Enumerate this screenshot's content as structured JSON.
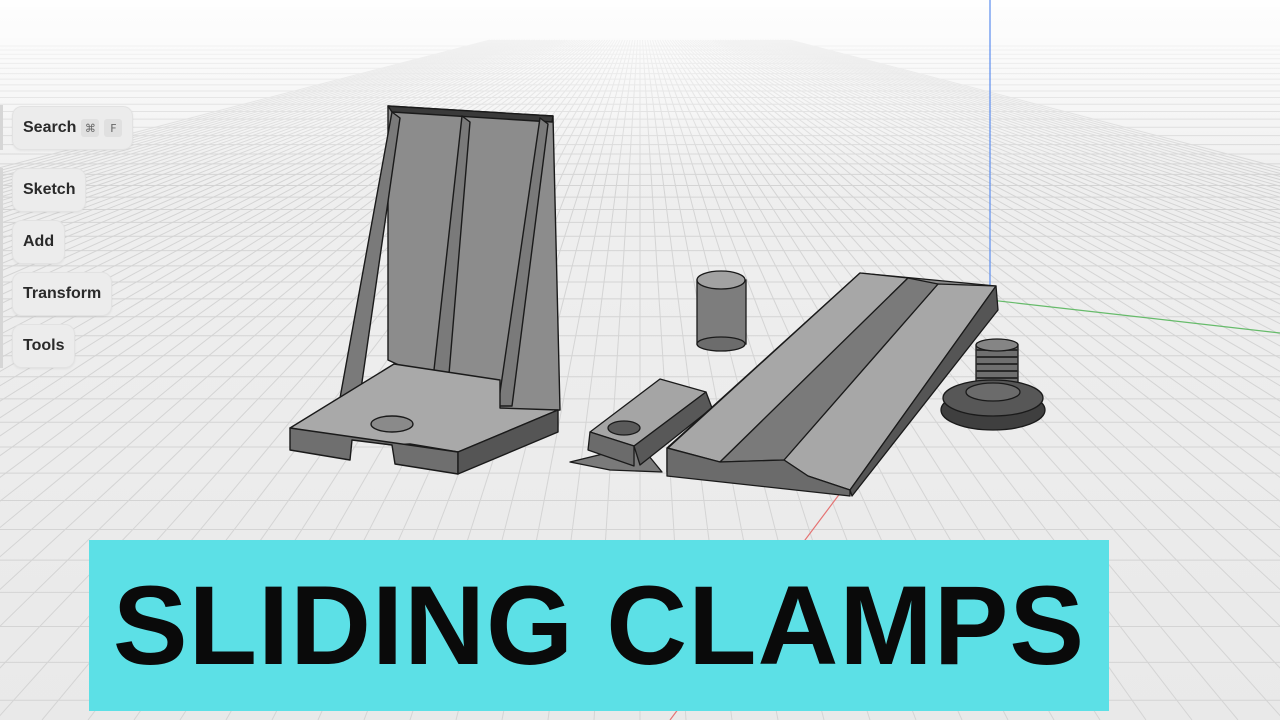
{
  "toolbar": {
    "search_label": "Search",
    "search_shortcut": [
      "⌘",
      "F"
    ],
    "sketch_label": "Sketch",
    "add_label": "Add",
    "transform_label": "Transform",
    "tools_label": "Tools"
  },
  "banner": {
    "title": "SLIDING CLAMPS",
    "background": "#5ce0e6",
    "text_color": "#0a0a0a"
  },
  "viewport": {
    "grid_color": "#d2d2d2",
    "background": "#ececec",
    "axis_colors": {
      "x": "#e57373",
      "y": "#66bb6a",
      "z": "#5b8def"
    },
    "part_color": "#8a8a8a"
  }
}
